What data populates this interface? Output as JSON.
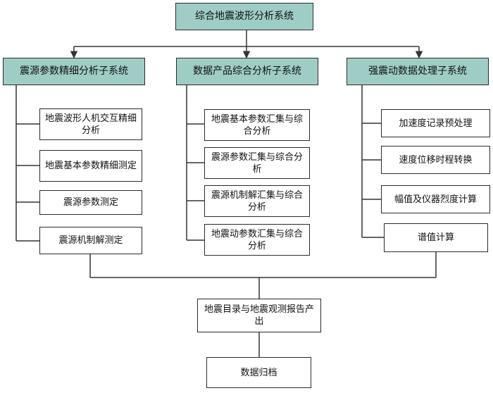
{
  "title": "综合地震波形分析系统",
  "subsystems": [
    {
      "name": "震源参数精细分析子系统",
      "items": [
        "地震波形人机交互精细分析",
        "地震基本参数精细测定",
        "震源参数测定",
        "震源机制解测定"
      ]
    },
    {
      "name": "数据产品综合分析子系统",
      "items": [
        "地震基本参数汇集与综合分析",
        "震源参数汇集与综合分析",
        "震源机制解汇集与综合分析",
        "地震动参数汇集与综合分析"
      ]
    },
    {
      "name": "强震动数据处理子系统",
      "items": [
        "加速度记录预处理",
        "速度位移时程转换",
        "幅值及仪器烈度计算",
        "谱值计算"
      ]
    }
  ],
  "outputs": [
    "地震目录与地震观测报告产出",
    "数据归档"
  ],
  "colors": {
    "header_fill": "#9ecdc6",
    "border": "#2b2b2b",
    "line": "#333333"
  }
}
